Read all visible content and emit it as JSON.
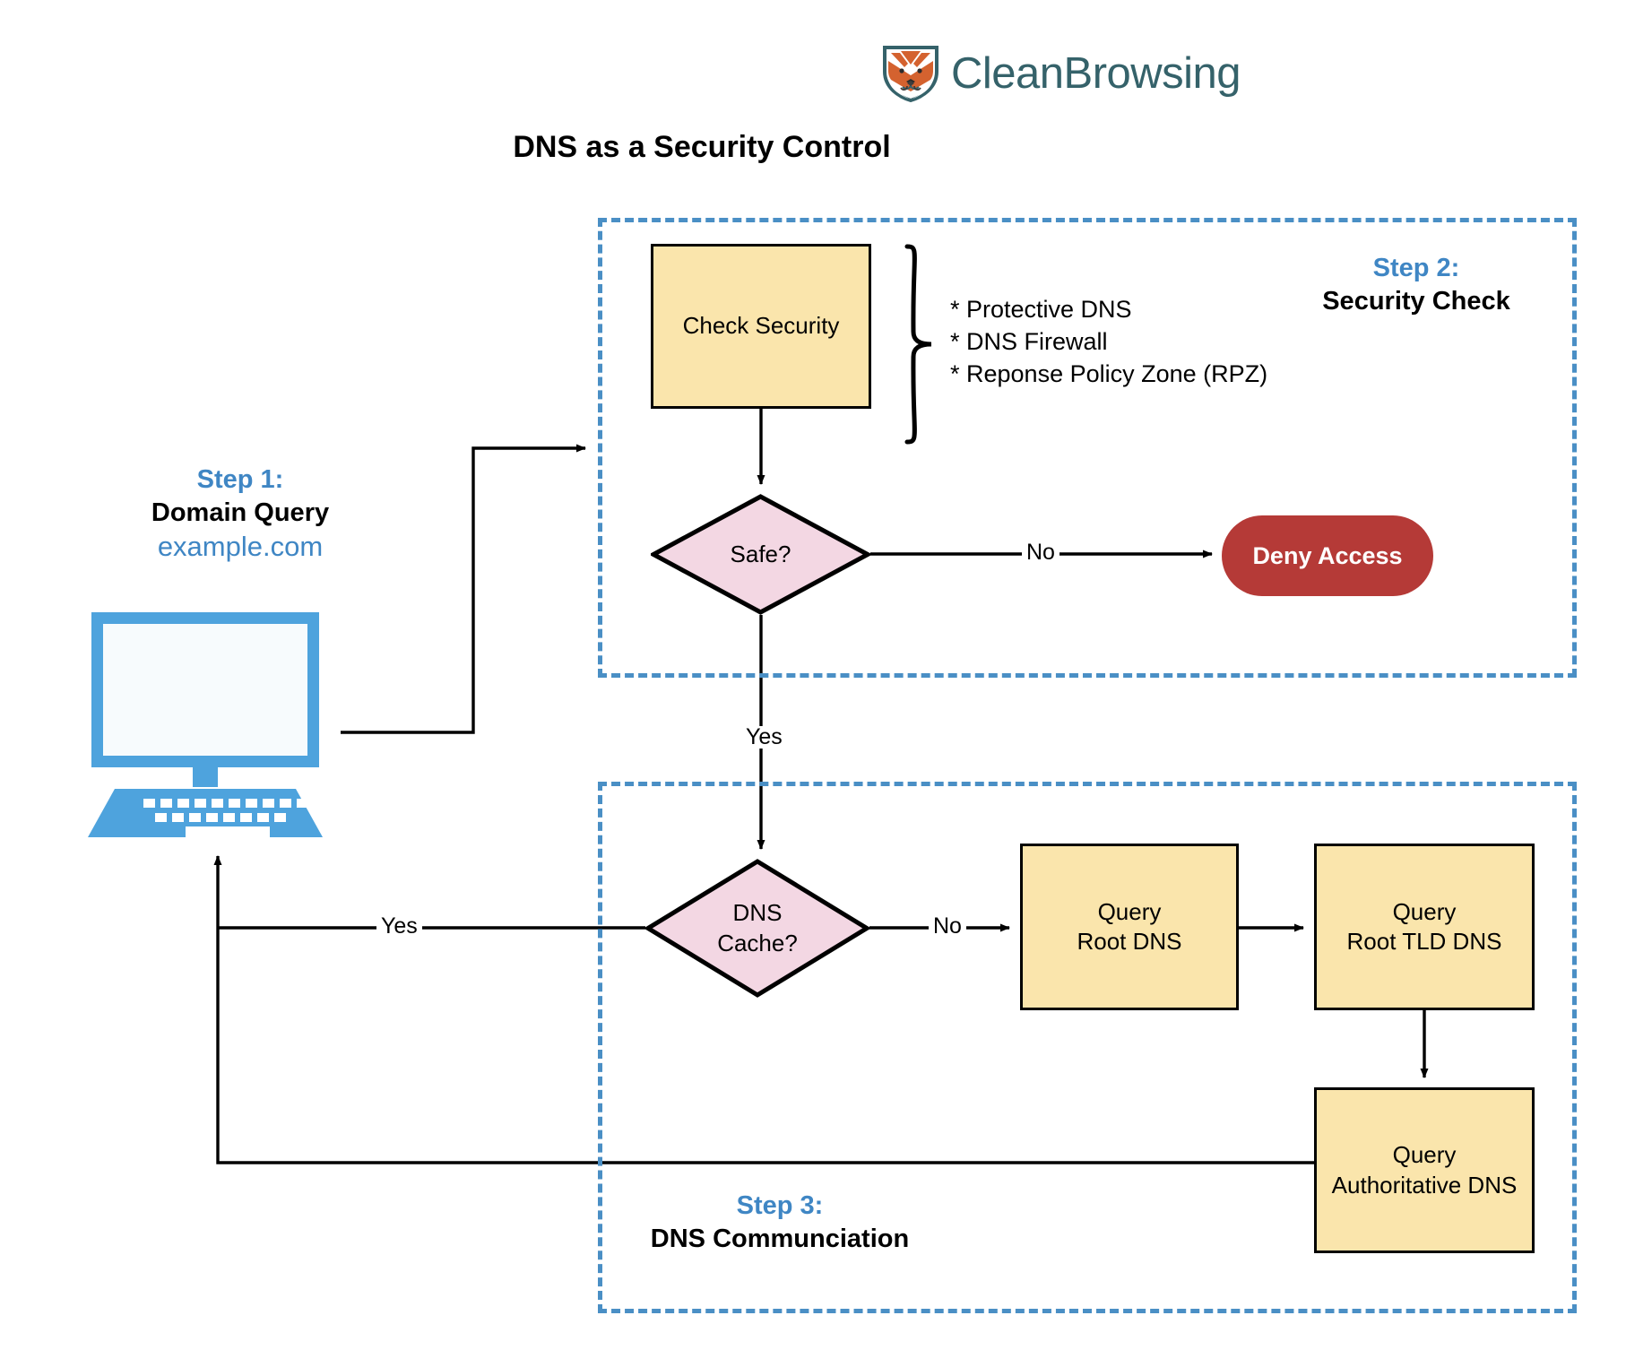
{
  "header": {
    "brand_name": "CleanBrowsing",
    "logo_icon": "fox-shield-icon",
    "logo_colors": {
      "shield": "#35626a",
      "fox": "#d4622f"
    },
    "title": "DNS as a Security Control"
  },
  "colors": {
    "accent_blue": "#3f86c4",
    "dashed_border": "#4a8fc5",
    "process_fill": "#fae5ac",
    "decision_fill": "#f3d7e3",
    "deny_fill": "#b53a37",
    "brand_teal": "#35626a",
    "computer_blue": "#4ea3dd"
  },
  "steps": {
    "step1": {
      "number": "Step 1:",
      "title": "Domain Query",
      "detail": "example.com",
      "icon": "computer-icon"
    },
    "step2": {
      "number": "Step 2:",
      "title": "Security Check"
    },
    "step3": {
      "number": "Step 3:",
      "title": "DNS Communciation"
    }
  },
  "nodes": {
    "check_security": {
      "label": "Check Security",
      "type": "process"
    },
    "safe_decision": {
      "label": "Safe?",
      "type": "decision"
    },
    "deny_access": {
      "label": "Deny Access",
      "type": "terminator"
    },
    "dns_cache_decision": {
      "line1": "DNS",
      "line2": "Cache?",
      "type": "decision"
    },
    "query_root": {
      "line1": "Query",
      "line2": "Root DNS",
      "type": "process"
    },
    "query_root_tld": {
      "line1": "Query",
      "line2": "Root TLD DNS",
      "type": "process"
    },
    "query_authoritative": {
      "line1": "Query",
      "line2": "Authoritative DNS",
      "type": "process"
    }
  },
  "security_methods": {
    "items": [
      "* Protective DNS",
      "* DNS Firewall",
      "* Reponse Policy Zone (RPZ)"
    ]
  },
  "edge_labels": {
    "safe_no": "No",
    "safe_yes": "Yes",
    "cache_yes": "Yes",
    "cache_no": "No"
  }
}
